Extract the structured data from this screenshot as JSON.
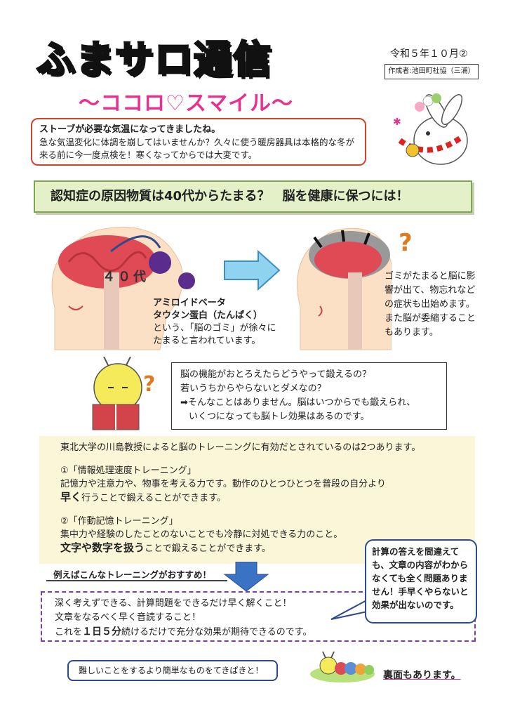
{
  "header": {
    "title": "ふまサロ通信",
    "date": "令和５年１０月②",
    "author": "作成者:池田町社協（三浦）",
    "subtitle": "〜ココロ♡スマイル〜"
  },
  "intro": {
    "heading": "ストーブが必要な気温になってきましたね。",
    "body": "急な気温変化に体調を崩してはいませんか？久々に使う暖房器具は本格的な冬が来る前に今一度点検を！寒くなってからでは大変です。"
  },
  "banner": "認知症の原因物質は40代からたまる？　脳を健康に保つには！",
  "brain_left": {
    "age_label": "４０代",
    "line1": "アミロイドベータ",
    "line2": "タウタン蛋白（たんぱく）",
    "line3": "という、「脳のゴミ」が徐々に",
    "line4": "たまると言われています。"
  },
  "brain_right": {
    "text": "ゴミがたまると脳に影響が出て、物忘れなどの症状も出始めます。また脳が委縮することもあります。"
  },
  "question_box": {
    "line1": "脳の機能がおとろえたらどうやって鍛えるの？",
    "line2": "若いうちからやらないとダメなの？",
    "line3": "➡そんなことはありません。脳はいつからでも鍛えられ、",
    "line4": "いくつになっても脳トレ効果はあるのです。"
  },
  "training": {
    "lead": "東北大学の川島教授によると脳のトレーニングに有効だとされているのは2つあります。",
    "t1_title": "①「情報処理速度トレーニング」",
    "t1_desc": "記憶力や注意力や、物事を考える力です。動作のひとつひとつを普段の自分より",
    "t1_bold": "早く",
    "t1_rest": "行うことで鍛えることができます。",
    "t2_title": "②「作動記憶トレーニング」",
    "t2_desc": "集中力や経験のしたことのないことでも冷静に対処できる力のこと。",
    "t2_bold": "文字や数字を扱う",
    "t2_rest": "ことで鍛えることができます。"
  },
  "callout": "計算の答えを間違えても、文章の内容がわからなくても全く問題ありません！手早くやらないと効果が出ないのです。",
  "example": {
    "heading": "例えばこんなトレーニングがおすすめ！",
    "line1": "深く考えずできる、計算問題をできるだけ早く解くこと！",
    "line2": "文章をなるべく早く音読すること！",
    "line3_a": "これを",
    "line3_bold": "１日５分",
    "line3_b": "続けるだけで充分な効果が期待できるのです。"
  },
  "footer": {
    "note": "難しいことをするより簡単なものをてきぱきと！",
    "back": "裏面もあります。"
  },
  "colors": {
    "accent": "#e8308f",
    "banner_bg": "#e4f0c8",
    "intro_border": "#d0442d",
    "callout_border": "#2c4a8c"
  }
}
